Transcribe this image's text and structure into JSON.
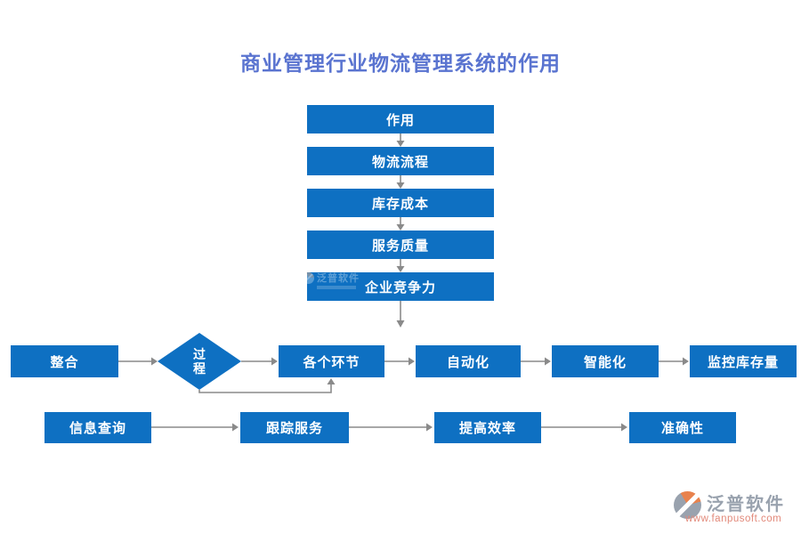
{
  "title": "商业管理行业物流管理系统的作用",
  "colors": {
    "node_blue": "#0e70c2",
    "connector_gray": "#8a8a8a",
    "title_blue": "#5a74d0",
    "logo_gray": "#99a2ae",
    "logo_url_salmon": "#e2897a",
    "logo_orange": "#e8824d"
  },
  "vertical_flow": {
    "nodes": [
      {
        "label": "作用"
      },
      {
        "label": "物流流程"
      },
      {
        "label": "库存成本"
      },
      {
        "label": "服务质量"
      },
      {
        "label": "企业竞争力"
      }
    ]
  },
  "main_flow": {
    "start": {
      "label": "整合"
    },
    "decision": {
      "label": "过程"
    },
    "nodes": [
      {
        "label": "各个环节"
      },
      {
        "label": "自动化"
      },
      {
        "label": "智能化"
      },
      {
        "label": "监控库存量"
      }
    ]
  },
  "secondary_flow": {
    "nodes": [
      {
        "label": "信息查询"
      },
      {
        "label": "跟踪服务"
      },
      {
        "label": "提高效率"
      },
      {
        "label": "准确性"
      }
    ]
  },
  "watermark": {
    "text": "泛普软件"
  },
  "footer_logo": {
    "brand": "泛普软件",
    "url": "www.fanpusoft.com"
  }
}
